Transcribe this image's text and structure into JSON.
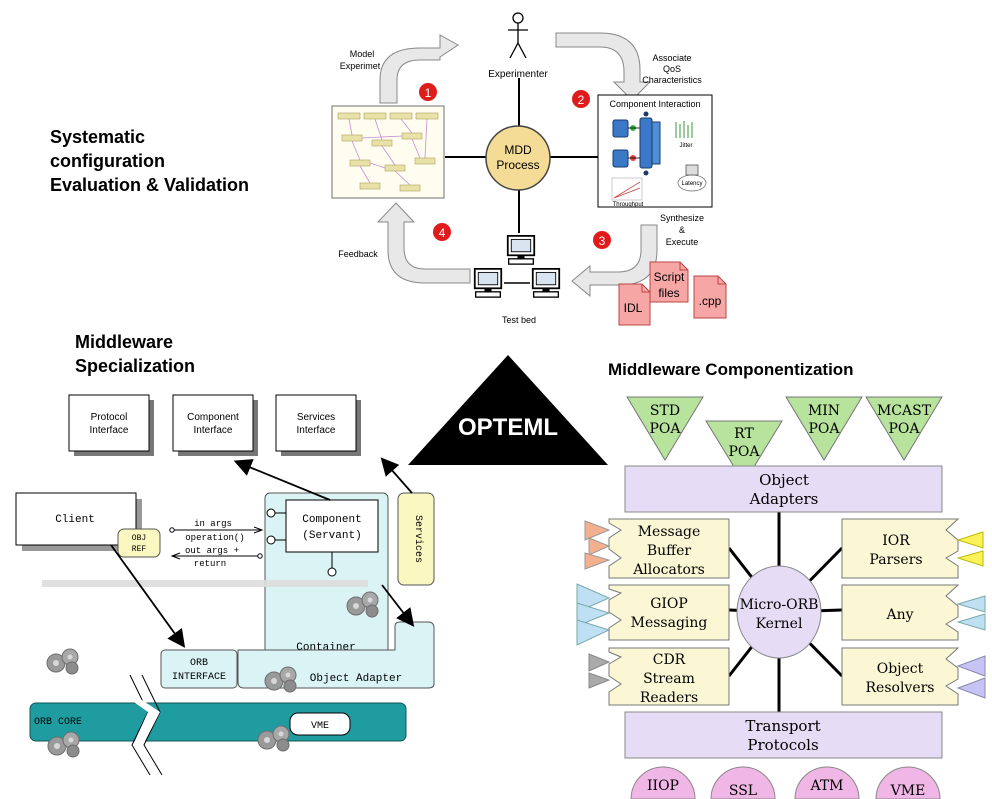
{
  "headings": {
    "systematic": [
      "Systematic",
      "configuration",
      "Evaluation & Validation"
    ],
    "specialization": [
      "Middleware",
      "Specialization"
    ],
    "componentization": "Middleware Componentization",
    "center": "OPTEML"
  },
  "mdd": {
    "center": [
      "MDD",
      "Process"
    ],
    "experimenter": "Experimenter",
    "model_experiment": [
      "Model",
      "Experimet"
    ],
    "associate": [
      "Associate",
      "QoS",
      "Characteristics"
    ],
    "synthesize": [
      "Synthesize",
      "&",
      "Execute"
    ],
    "feedback": "Feedback",
    "testbed": "Test bed",
    "component_interaction": "Component Interaction",
    "jitter": "Jitter",
    "throughput": "Throughput",
    "latency": "Latency",
    "steps": [
      "1",
      "2",
      "3",
      "4"
    ],
    "files": {
      "idl": "IDL",
      "script": [
        "Script",
        "files"
      ],
      "cpp": ".cpp"
    }
  },
  "spec": {
    "protocol_interface": [
      "Protocol",
      "Interface"
    ],
    "component_interface": [
      "Component",
      "Interface"
    ],
    "services_interface": [
      "Services",
      "Interface"
    ],
    "client": "Client",
    "obj_ref": [
      "OBJ",
      "REF"
    ],
    "in_args": [
      "in args",
      "operation()"
    ],
    "out_args": [
      "out args +",
      "return"
    ],
    "component": [
      "Component",
      "(Servant)"
    ],
    "services": "Services",
    "container": "Container",
    "orb_interface": [
      "ORB",
      "INTERFACE"
    ],
    "object_adapter": "Object Adapter",
    "orb_core": "ORB CORE",
    "vme": "VME"
  },
  "comp": {
    "poas": [
      [
        "STD",
        "POA"
      ],
      [
        "RT",
        "POA"
      ],
      [
        "MIN",
        "POA"
      ],
      [
        "MCAST",
        "POA"
      ]
    ],
    "object_adapters": [
      "Object",
      "Adapters"
    ],
    "message_buffer": [
      "Message",
      "Buffer",
      "Allocators"
    ],
    "giop": [
      "GIOP",
      "Messaging"
    ],
    "cdr": [
      "CDR",
      "Stream",
      "Readers"
    ],
    "ior": [
      "IOR",
      "Parsers"
    ],
    "any": "Any",
    "object_resolvers": [
      "Object",
      "Resolvers"
    ],
    "kernel": [
      "Micro-ORB",
      "Kernel"
    ],
    "transport": [
      "Transport",
      "Protocols"
    ],
    "protocols": [
      "IIOP",
      "SSL",
      "ATM",
      "VME"
    ]
  },
  "colors": {
    "lavender": "#e6dcf5",
    "yellow_box": "#fbf7d4",
    "green_poa": "#b7e39c",
    "mdd_circle": "#f5dc96",
    "file_pink": "#f7a6a6",
    "step_red": "#e01b1b",
    "cyan_box": "#daf3f5",
    "orb_core": "#1f9c9f"
  }
}
